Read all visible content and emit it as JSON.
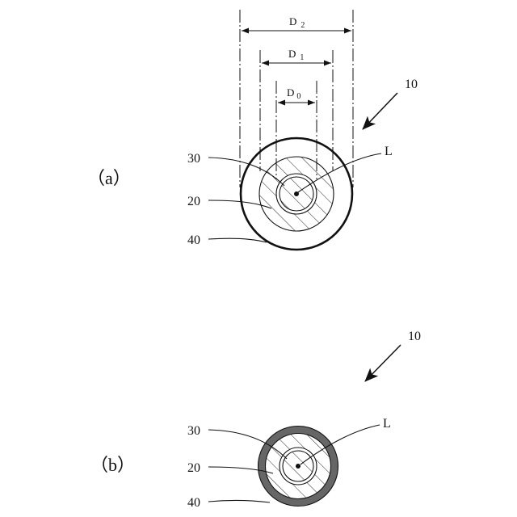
{
  "figure": {
    "panel_a": {
      "label": "（a）",
      "ref_device": "10",
      "ref_inner_layer": "30",
      "ref_middle_layer": "20",
      "ref_outer_layer": "40",
      "ref_axis": "L",
      "dimensions": [
        {
          "symbol": "D",
          "subscript": "2"
        },
        {
          "symbol": "D",
          "subscript": "1"
        },
        {
          "symbol": "D",
          "subscript": "0"
        }
      ]
    },
    "panel_b": {
      "label": "（b）",
      "ref_device": "10",
      "ref_inner_layer": "30",
      "ref_middle_layer": "20",
      "ref_outer_layer": "40",
      "ref_axis": "L"
    }
  }
}
